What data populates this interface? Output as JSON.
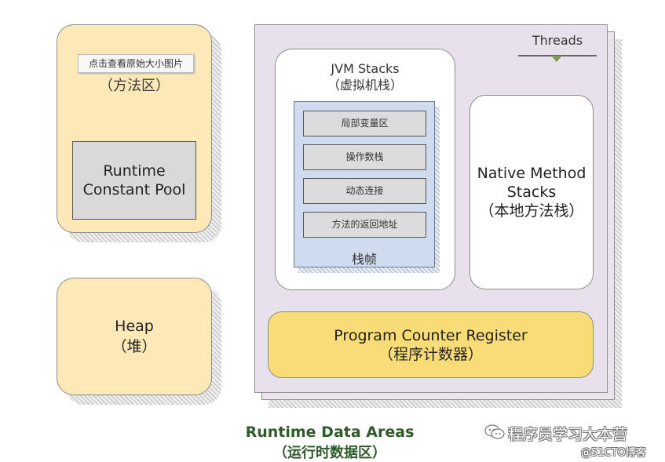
{
  "method_area": {
    "tooltip": "点击查看原始大小图片",
    "label": "（方法区）",
    "runtime_constant_pool": {
      "line1": "Runtime",
      "line2": "Constant Pool"
    }
  },
  "heap": {
    "line1": "Heap",
    "line2": "（堆）"
  },
  "threads": {
    "label": "Threads",
    "jvm_stacks": {
      "title": "JVM Stacks",
      "subtitle": "（虚拟机栈）",
      "frame": {
        "slots": [
          "局部变量区",
          "操作数栈",
          "动态连接",
          "方法的返回地址"
        ],
        "label": "栈帧"
      }
    },
    "native_method_stacks": {
      "line1": "Native Method",
      "line2": "Stacks",
      "line3": "（本地方法栈）"
    },
    "program_counter_register": {
      "line1": "Program Counter Register",
      "line2": "（程序计数器）"
    }
  },
  "caption": {
    "title": "Runtime Data Areas",
    "subtitle": "（运行时数据区）"
  },
  "watermark": {
    "line1": "程序员学习大本营",
    "line2": "@51CTO博客"
  },
  "colors": {
    "method_area_fill": "#fde9b8",
    "threads_fill": "#e8e1ec",
    "frame_fill": "#cfdcef",
    "pc_fill": "#f8dc78",
    "caption_color": "#2f5a2a"
  }
}
